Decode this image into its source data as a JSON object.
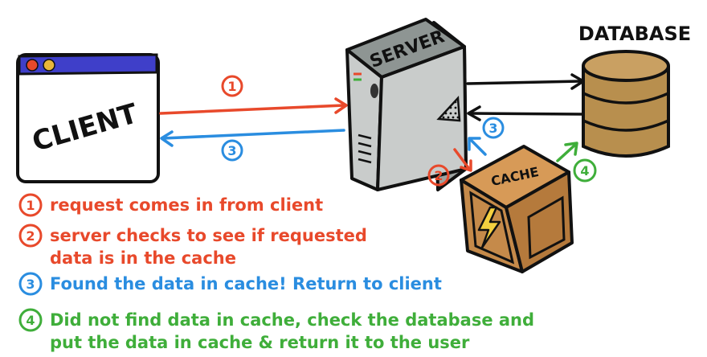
{
  "labels": {
    "client": "CLIENT",
    "server": "SERVER",
    "database": "DATABASE",
    "cache": "CACHE"
  },
  "steps": {
    "one": "1",
    "two": "2",
    "three": "3",
    "four": "4"
  },
  "legend": [
    {
      "num": "1",
      "lines": [
        "request comes in from client"
      ],
      "color": "#e8492b"
    },
    {
      "num": "2",
      "lines": [
        "server checks to see if requested",
        "data is in the cache"
      ],
      "color": "#e8492b"
    },
    {
      "num": "3",
      "lines": [
        "Found the data in cache! Return to client"
      ],
      "color": "#2a8de0"
    },
    {
      "num": "4",
      "lines": [
        "Did not find data in cache, check the database and",
        "put the data in cache & return it to the user"
      ],
      "color": "#3fae3a"
    }
  ],
  "colors": {
    "red": "#e8492b",
    "blue": "#2a8de0",
    "green": "#3fae3a",
    "server_body": "#c9cccb",
    "server_top": "#8e9593",
    "database": "#b88f4e",
    "cache_box": "#c58a4a",
    "window_bar": "#3f3fc9"
  }
}
